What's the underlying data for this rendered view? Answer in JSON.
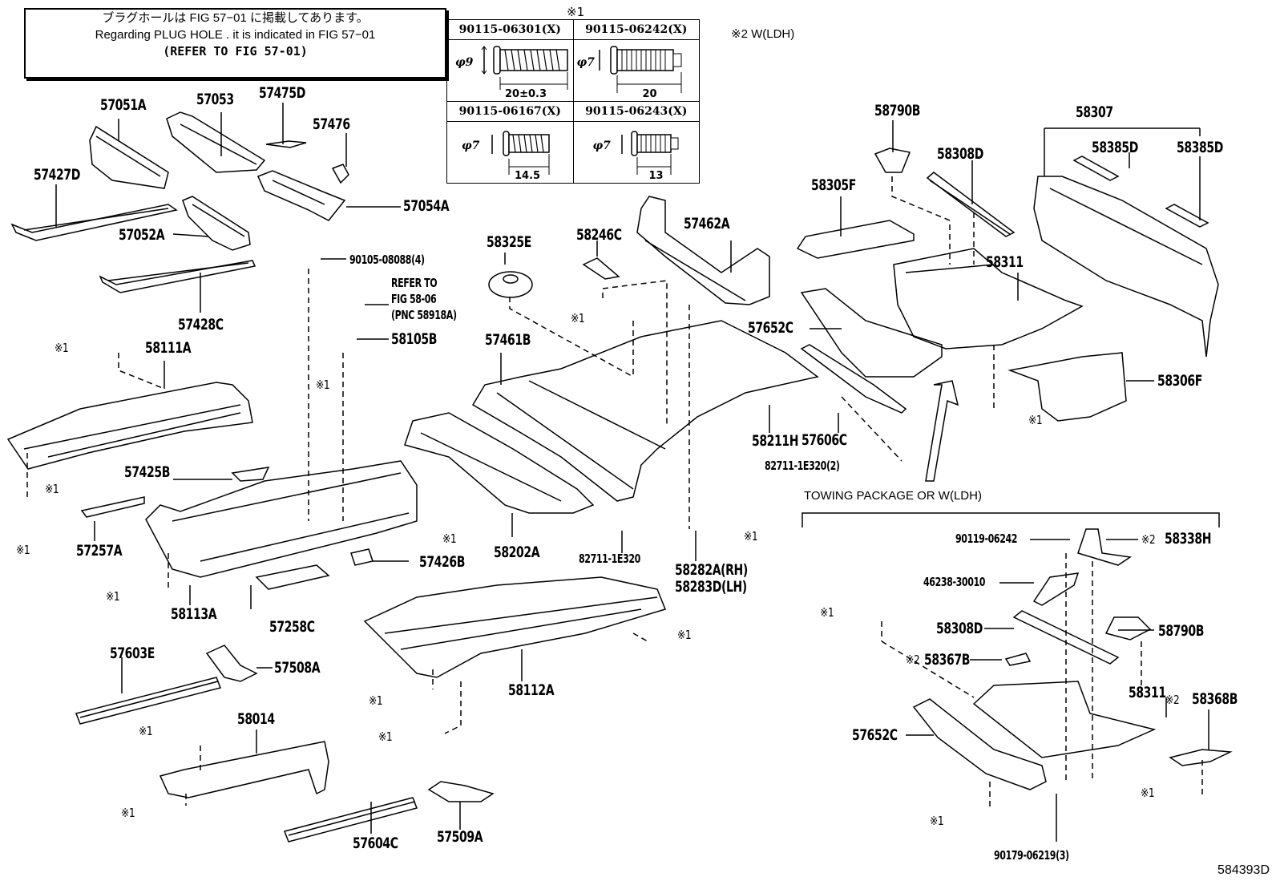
{
  "note": {
    "line_jp": "ブラグホールは FIG 57−01 に掲載してあります。",
    "line_en": "Regarding PLUG HOLE . it is indicated in FIG 57−01",
    "line_ref": "(REFER TO FIG 57-01)"
  },
  "bolt_table": {
    "marker": "※1",
    "cells": [
      {
        "part": "90115-06301(X)",
        "diameter": "φ9",
        "length": "20±0.3"
      },
      {
        "part": "90115-06242(X)",
        "diameter": "φ7",
        "length": "20"
      },
      {
        "part": "90115-06167(X)",
        "diameter": "φ7",
        "length": "14.5"
      },
      {
        "part": "90115-06243(X)",
        "diameter": "φ7",
        "length": "13"
      }
    ]
  },
  "legend_note2": "※2 W(LDH)",
  "towing_section_title": "TOWING PACKAGE OR W(LDH)",
  "figure_code": "584393D",
  "marker1": "※1",
  "marker2": "※2",
  "parts": {
    "p57051A": "57051A",
    "p57053": "57053",
    "p57475D": "57475D",
    "p57476": "57476",
    "p57427D": "57427D",
    "p57054A": "57054A",
    "p57052A": "57052A",
    "p57428C": "57428C",
    "p90105": "90105-08088(4)",
    "refer1": "REFER TO",
    "refer2": "FIG 58-06",
    "refer3": "(PNC 58918A)",
    "p58105B": "58105B",
    "p58111A": "58111A",
    "p57425B": "57425B",
    "p57257A": "57257A",
    "p58113A": "58113A",
    "p57258C": "57258C",
    "p57426B": "57426B",
    "p58325E": "58325E",
    "p58246C": "58246C",
    "p57462A": "57462A",
    "p57461B": "57461B",
    "p58202A": "58202A",
    "p82711a": "82711-1E320",
    "p58282A": "58282A(RH)",
    "p58283D": "58283D(LH)",
    "p58211H": "58211H",
    "p57606C": "57606C",
    "p82711b": "82711-1E320(2)",
    "p57652C": "57652C",
    "p58305F": "58305F",
    "p58790B": "58790B",
    "p58308D": "58308D",
    "p58307": "58307",
    "p58385D_1": "58385D",
    "p58385D_2": "58385D",
    "p58311": "58311",
    "p58306F": "58306F",
    "p58112A": "58112A",
    "p57603E": "57603E",
    "p57508A": "57508A",
    "p58014": "58014",
    "p57604C": "57604C",
    "p57509A": "57509A",
    "t90119": "90119-06242",
    "t58338H": "58338H",
    "t46238": "46238-30010",
    "t58308D": "58308D",
    "t58790B": "58790B",
    "t58367B": "58367B",
    "t58311": "58311",
    "t58368B": "58368B",
    "t57652C": "57652C",
    "t90179": "90179-06219(3)"
  }
}
